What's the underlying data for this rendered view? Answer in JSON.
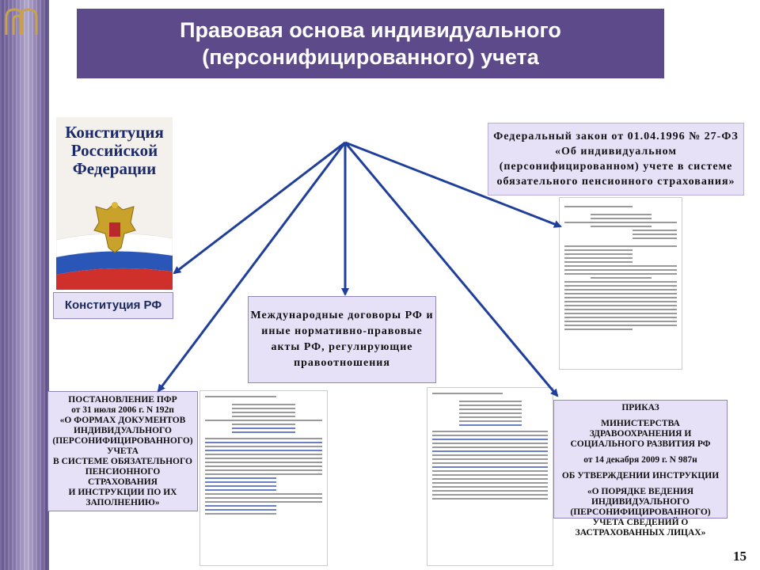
{
  "slide": {
    "title_line1": "Правовая основа индивидуального",
    "title_line2": "(персонифицированного) учета",
    "page_number": "15"
  },
  "book": {
    "line1": "Конституция",
    "line2": "Российской",
    "line3": "Федерации"
  },
  "boxes": {
    "constitution_label": "Конституция РФ",
    "federal_law": "Федеральный закон от 01.04.1996 № 27-ФЗ «Об индивидуальном (персонифицированном) учете в системе обязательного пенсионного страхования»",
    "international": "Международные договоры РФ и иные нормативно-правовые акты РФ, регулирующие правоотношения",
    "pfr_resolution": [
      "ПОСТАНОВЛЕНИЕ ПФР",
      "от 31 июля 2006 г. N 192п",
      "«О ФОРМАХ ДОКУМЕНТОВ",
      "ИНДИВИДУАЛЬНОГО",
      "(ПЕРСОНИФИЦИРОВАННОГО)",
      "УЧЕТА",
      "В СИСТЕМЕ ОБЯЗАТЕЛЬНОГО",
      "ПЕНСИОННОГО",
      "СТРАХОВАНИЯ",
      "И ИНСТРУКЦИИ ПО ИХ",
      "ЗАПОЛНЕНИЮ»"
    ],
    "ministry_order": [
      "ПРИКАЗ",
      "МИНИСТЕРСТВА",
      "ЗДРАВООХРАНЕНИЯ И",
      "СОЦИАЛЬНОГО РАЗВИТИЯ РФ",
      "от 14 декабря 2009 г. N 987н",
      "ОБ УТВЕРЖДЕНИИ ИНСТРУКЦИИ",
      "«О ПОРЯДКЕ ВЕДЕНИЯ",
      "ИНДИВИДУАЛЬНОГО",
      "(ПЕРСОНИФИЦИРОВАННОГО)",
      "УЧЕТА СВЕДЕНИЙ О",
      "ЗАСТРАХОВАННЫХ ЛИЦАХ»"
    ]
  },
  "colors": {
    "title_bg": "#5c4a8a",
    "box_bg": "#e6e1f7",
    "arrow": "#1f3f9a"
  }
}
